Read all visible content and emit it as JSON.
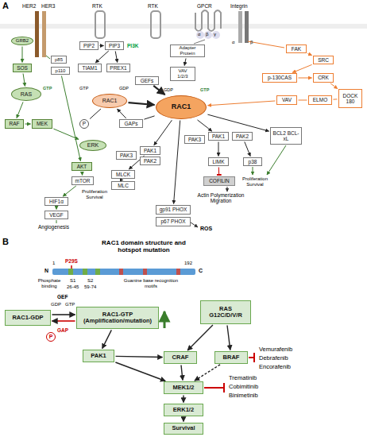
{
  "diagram": {
    "nodes": [
      {
        "text": [
          "PIP2"
        ]
      },
      {
        "text": [
          "PIP3"
        ]
      },
      {
        "text": [
          "GRB2"
        ]
      },
      {
        "text": [
          "p85"
        ]
      },
      {
        "text": [
          "p110"
        ]
      },
      {
        "text": [
          "SOS"
        ]
      },
      {
        "text": [
          "RAS"
        ]
      },
      {
        "text": [
          "TIAM1"
        ]
      },
      {
        "text": [
          "PREX1"
        ]
      },
      {
        "text": [
          "VAV 1/2/3"
        ]
      },
      {
        "text": [
          "Adapter Protein"
        ]
      },
      {
        "text": [
          "GEFs"
        ]
      },
      {
        "text": [
          "FAK"
        ]
      },
      {
        "text": [
          "SRC"
        ]
      },
      {
        "text": [
          "p-130CAS"
        ]
      },
      {
        "text": [
          "CRK"
        ]
      },
      {
        "text": [
          "VAV"
        ]
      },
      {
        "text": [
          "ELMO"
        ]
      },
      {
        "text": [
          "DOCK 180"
        ]
      },
      {
        "text": [
          "RAC1"
        ]
      },
      {
        "text": [
          "RAC1"
        ]
      },
      {
        "text": [
          "P"
        ]
      },
      {
        "text": [
          "GAPs"
        ]
      },
      {
        "text": [
          "RAF"
        ]
      },
      {
        "text": [
          "MEK"
        ]
      },
      {
        "text": [
          "ERK"
        ]
      },
      {
        "text": [
          "AKT"
        ]
      },
      {
        "text": [
          "PAK3"
        ]
      },
      {
        "text": [
          "PAK1"
        ]
      },
      {
        "text": [
          "PAK2"
        ]
      },
      {
        "text": [
          "MLCK"
        ]
      },
      {
        "text": [
          "MLC"
        ]
      },
      {
        "text": [
          "mTOR"
        ]
      },
      {
        "text": [
          "HIF1α"
        ]
      },
      {
        "text": [
          "VEGF"
        ]
      },
      {
        "text": [
          "PAK3"
        ]
      },
      {
        "text": [
          "PAK1"
        ]
      },
      {
        "text": [
          "PAK2"
        ]
      },
      {
        "text": [
          "LIMK"
        ]
      },
      {
        "text": [
          "COFILIN"
        ]
      },
      {
        "text": [
          "p38"
        ]
      },
      {
        "text": [
          "BCL2 BCL-xL"
        ]
      },
      {
        "text": [
          "gp91 PHOX"
        ]
      },
      {
        "text": [
          "p67 PHOX"
        ]
      },
      {
        "text": [
          "RAC1-GDP"
        ]
      },
      {
        "text": [
          "RAC1-GTP (Amplification/mutation)"
        ]
      },
      {
        "text": [
          "P"
        ]
      },
      {
        "text": [
          "PAK1"
        ]
      },
      {
        "text": [
          "RAS G12C/D/V/R"
        ]
      },
      {
        "text": [
          "CRAF"
        ]
      },
      {
        "text": [
          "BRAF"
        ]
      },
      {
        "text": [
          "MEK1/2"
        ]
      },
      {
        "text": [
          "ERK1/2"
        ]
      },
      {
        "text": [
          "Survival"
        ]
      }
    ],
    "edges": [
      {
        "from": 2,
        "to": 5,
        "arrow": "to"
      },
      {
        "from": 5,
        "to": 6,
        "arrow": "to"
      },
      {
        "from": 6,
        "to": 23,
        "arrow": "to"
      },
      {
        "from": 23,
        "to": 24,
        "arrow": "to"
      },
      {
        "from": 24,
        "to": 25,
        "arrow": "to"
      },
      {
        "from": 0,
        "to": 1,
        "arrow": "to"
      },
      {
        "from": 1,
        "to": 7,
        "arrow": "to"
      },
      {
        "from": 1,
        "to": 8,
        "arrow": "to"
      },
      {
        "from": 10,
        "to": 9,
        "arrow": "to"
      },
      {
        "from": 11,
        "to": 20,
        "arrow": "to"
      },
      {
        "from": 19,
        "to": 20,
        "arrow": "to"
      },
      {
        "from": 20,
        "to": 22,
        "arrow": "none"
      },
      {
        "from": 22,
        "to": 19,
        "arrow": "to"
      },
      {
        "from": 21,
        "to": 19,
        "arrow": "none"
      },
      {
        "from": 12,
        "to": 13,
        "arrow": "to"
      },
      {
        "from": 13,
        "to": 14,
        "arrow": "to"
      },
      {
        "from": 14,
        "to": 15,
        "arrow": "to"
      },
      {
        "from": 15,
        "to": 18,
        "arrow": "to"
      },
      {
        "from": 16,
        "to": 17,
        "arrow": "none"
      },
      {
        "from": 17,
        "to": 18,
        "arrow": "none"
      },
      {
        "from": 16,
        "to": 20,
        "arrow": "to"
      },
      {
        "from": 20,
        "to": 28,
        "arrow": "to"
      },
      {
        "from": 20,
        "to": 36,
        "arrow": "to"
      },
      {
        "from": 20,
        "to": 41,
        "arrow": "to"
      },
      {
        "from": 36,
        "to": 38,
        "arrow": "to"
      },
      {
        "from": 38,
        "to": 39,
        "arrow": "to"
      },
      {
        "from": 37,
        "to": 40,
        "arrow": "to"
      },
      {
        "from": 28,
        "to": 30,
        "arrow": "to"
      },
      {
        "from": 30,
        "to": 31,
        "arrow": "to"
      },
      {
        "from": 4,
        "to": 26,
        "arrow": "to"
      },
      {
        "from": 26,
        "to": 32,
        "arrow": "to"
      },
      {
        "from": 32,
        "to": 33,
        "arrow": "to"
      },
      {
        "from": 33,
        "to": 34,
        "arrow": "to"
      },
      {
        "from": 20,
        "to": 42,
        "arrow": "to"
      },
      {
        "from": 44,
        "to": 45,
        "arrow": "to"
      },
      {
        "from": 45,
        "to": 44,
        "arrow": "to"
      },
      {
        "from": 45,
        "to": 47,
        "arrow": "to"
      },
      {
        "from": 47,
        "to": 49,
        "arrow": "to"
      },
      {
        "from": 47,
        "to": 51,
        "arrow": "to"
      },
      {
        "from": 48,
        "to": 49,
        "arrow": "to"
      },
      {
        "from": 48,
        "to": 50,
        "arrow": "to"
      },
      {
        "from": 49,
        "to": 51,
        "arrow": "to"
      },
      {
        "from": 50,
        "to": 51,
        "arrow": "to"
      },
      {
        "from": 51,
        "to": 52,
        "arrow": "to"
      },
      {
        "from": 52,
        "to": 53,
        "arrow": "to"
      }
    ],
    "labels": [
      "A",
      "HER2",
      "HER3",
      "RTK",
      "RTK",
      "GPCR",
      "Integrin",
      "α",
      "β",
      "α",
      "β",
      "γ",
      "PI3K",
      "GTP",
      "GTP",
      "GDP",
      "GDP",
      "GTP",
      "Proliferation Survival",
      "Angiogenesis",
      "Actin Polymerization Migration",
      "Proliferation Survival",
      "ROS",
      "B",
      "RAC1 domain structure and hotspot mutation",
      "P29S",
      "1",
      "192",
      "N",
      "C",
      "Phosphate binding",
      "S1",
      "26-45",
      "S2",
      "59-74",
      "Guanine base recognition motifs",
      "GTP",
      "GDP",
      "GEF",
      "GAP",
      "Vemurafenib",
      "Debrafenib",
      "Encorafenib",
      "Trematinib",
      "Cobimitinib",
      "Binimetinib"
    ]
  }
}
